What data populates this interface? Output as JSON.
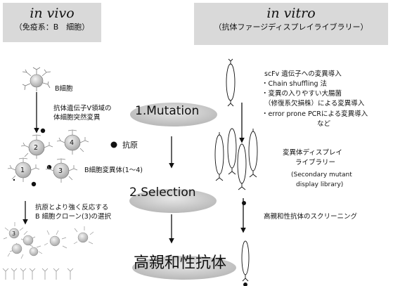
{
  "in_vivo_header": {
    "title": "in vivo",
    "subtitle": "（免疫系：B　細胞）"
  },
  "in_vitro_header": {
    "title": "in vitro",
    "subtitle": "（抗体ファージディスプレイライブラリー）"
  },
  "left": {
    "b_cell_label": "B細胞",
    "mutation_label_1": "抗体遺伝子V領域の",
    "mutation_label_2": "体細胞突然変異",
    "antigen_label": "抗原",
    "mutant_label": "B細胞変異体(1〜4)",
    "selection_label_1": "抗原とより強く反応する",
    "selection_label_2": "B 細胞クローン(3)の選択",
    "cell_numbers": [
      "1",
      "2",
      "3",
      "4"
    ],
    "clone_number": "3"
  },
  "center": {
    "step1": "1.Mutation",
    "step2": "2.Selection",
    "result": "高親和性抗体"
  },
  "right": {
    "intro": "scFv 遺伝子への変異導入",
    "bullet_1": "・Chain shuffling 法",
    "bullet_2a": "・変異の入りやすい大腸菌",
    "bullet_2b": "（修復系欠損株）による変異導入",
    "bullet_3a": "・error prone PCRによる変異導入",
    "bullet_3b": "など",
    "library_1": "変異体ディスプレイ",
    "library_2": "ライブラリー",
    "library_3": "(Secondary mutant",
    "library_4": "display library)",
    "screening": "高親和性抗体のスクリーニング"
  }
}
